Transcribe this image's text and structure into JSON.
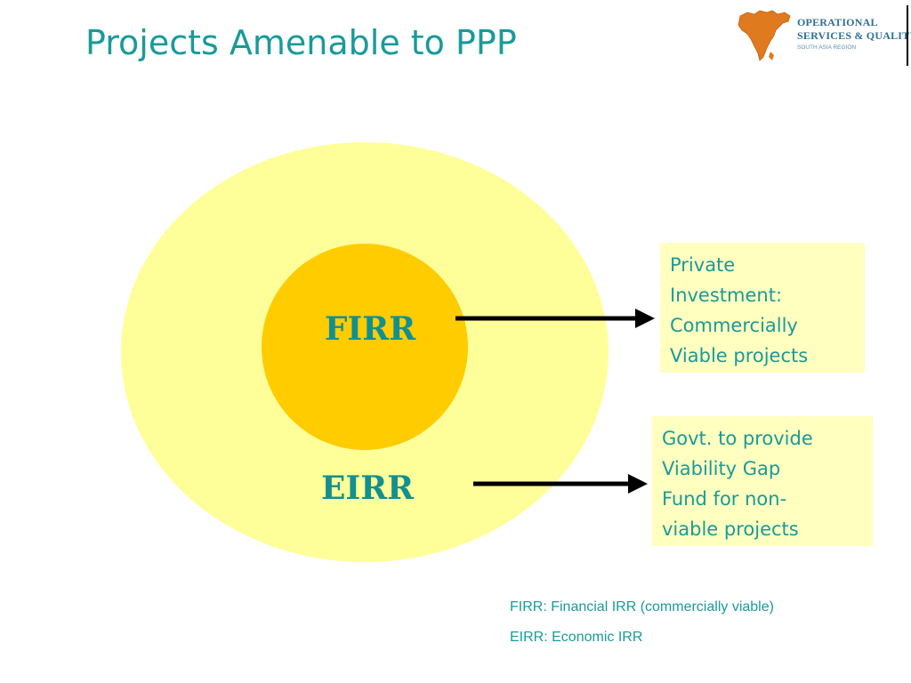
{
  "slide": {
    "title": "Projects Amenable to PPP"
  },
  "logo": {
    "line1": "OPERATIONAL",
    "line2": "SERVICES & QUALITY",
    "subtitle": "SOUTH ASIA REGION",
    "map_color": "#e07a1f",
    "text_color": "#2e6f96"
  },
  "diagram": {
    "inner_circle_label": "FIRR",
    "outer_circle_label": "EIRR",
    "inner_circle_color": "#ffcc00",
    "outer_circle_color": "#ffff99",
    "arrow_color": "#000000",
    "boxes": [
      {
        "text": "Private\nInvestment:\nCommercially\nViable projects"
      },
      {
        "text": "Govt. to provide\nViability Gap\nFund for non-\nviable projects"
      }
    ]
  },
  "notes": [
    "FIRR: Financial IRR (commercially viable)",
    "EIRR: Economic IRR"
  ]
}
